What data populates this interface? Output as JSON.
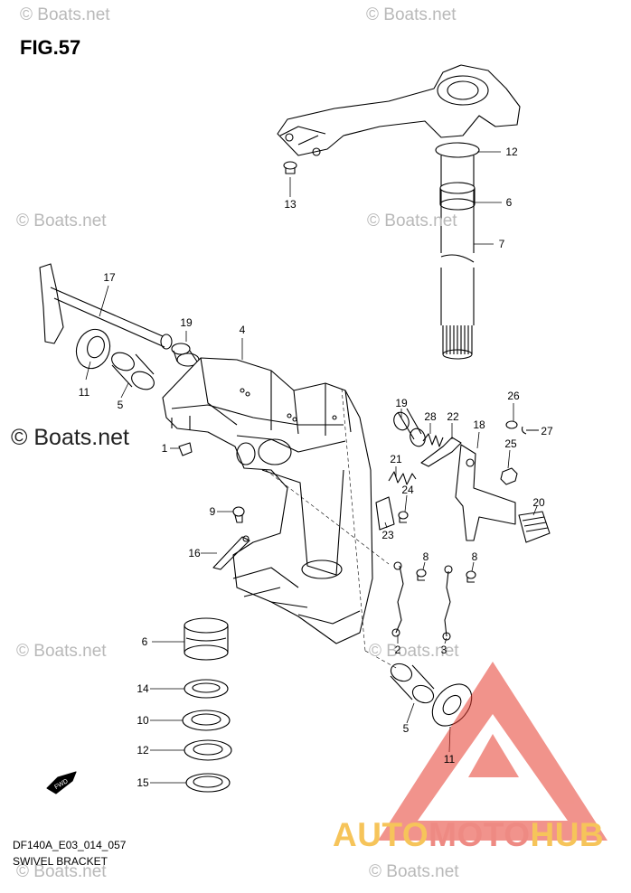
{
  "figure": {
    "title": "FIG.57",
    "code": "DF140A_E03_014_057",
    "name": "SWIVEL BRACKET"
  },
  "watermarks": {
    "small": "© Boats.net",
    "large": "© Boats.net"
  },
  "brand": {
    "part1": "AUTO",
    "part2": "MOTO",
    "part3": "HUB"
  },
  "fwd_label": "FWD",
  "callouts": [
    "12",
    "6",
    "7",
    "13",
    "17",
    "19",
    "4",
    "11",
    "5",
    "1",
    "9",
    "16",
    "19",
    "28",
    "22",
    "26",
    "27",
    "18",
    "25",
    "21",
    "24",
    "23",
    "20",
    "8",
    "8",
    "2",
    "3",
    "6",
    "14",
    "10",
    "12",
    "15",
    "5",
    "11"
  ],
  "colors": {
    "line": "#000000",
    "logo_red": "#e63b2e",
    "logo_gold": "#f6c45a"
  }
}
